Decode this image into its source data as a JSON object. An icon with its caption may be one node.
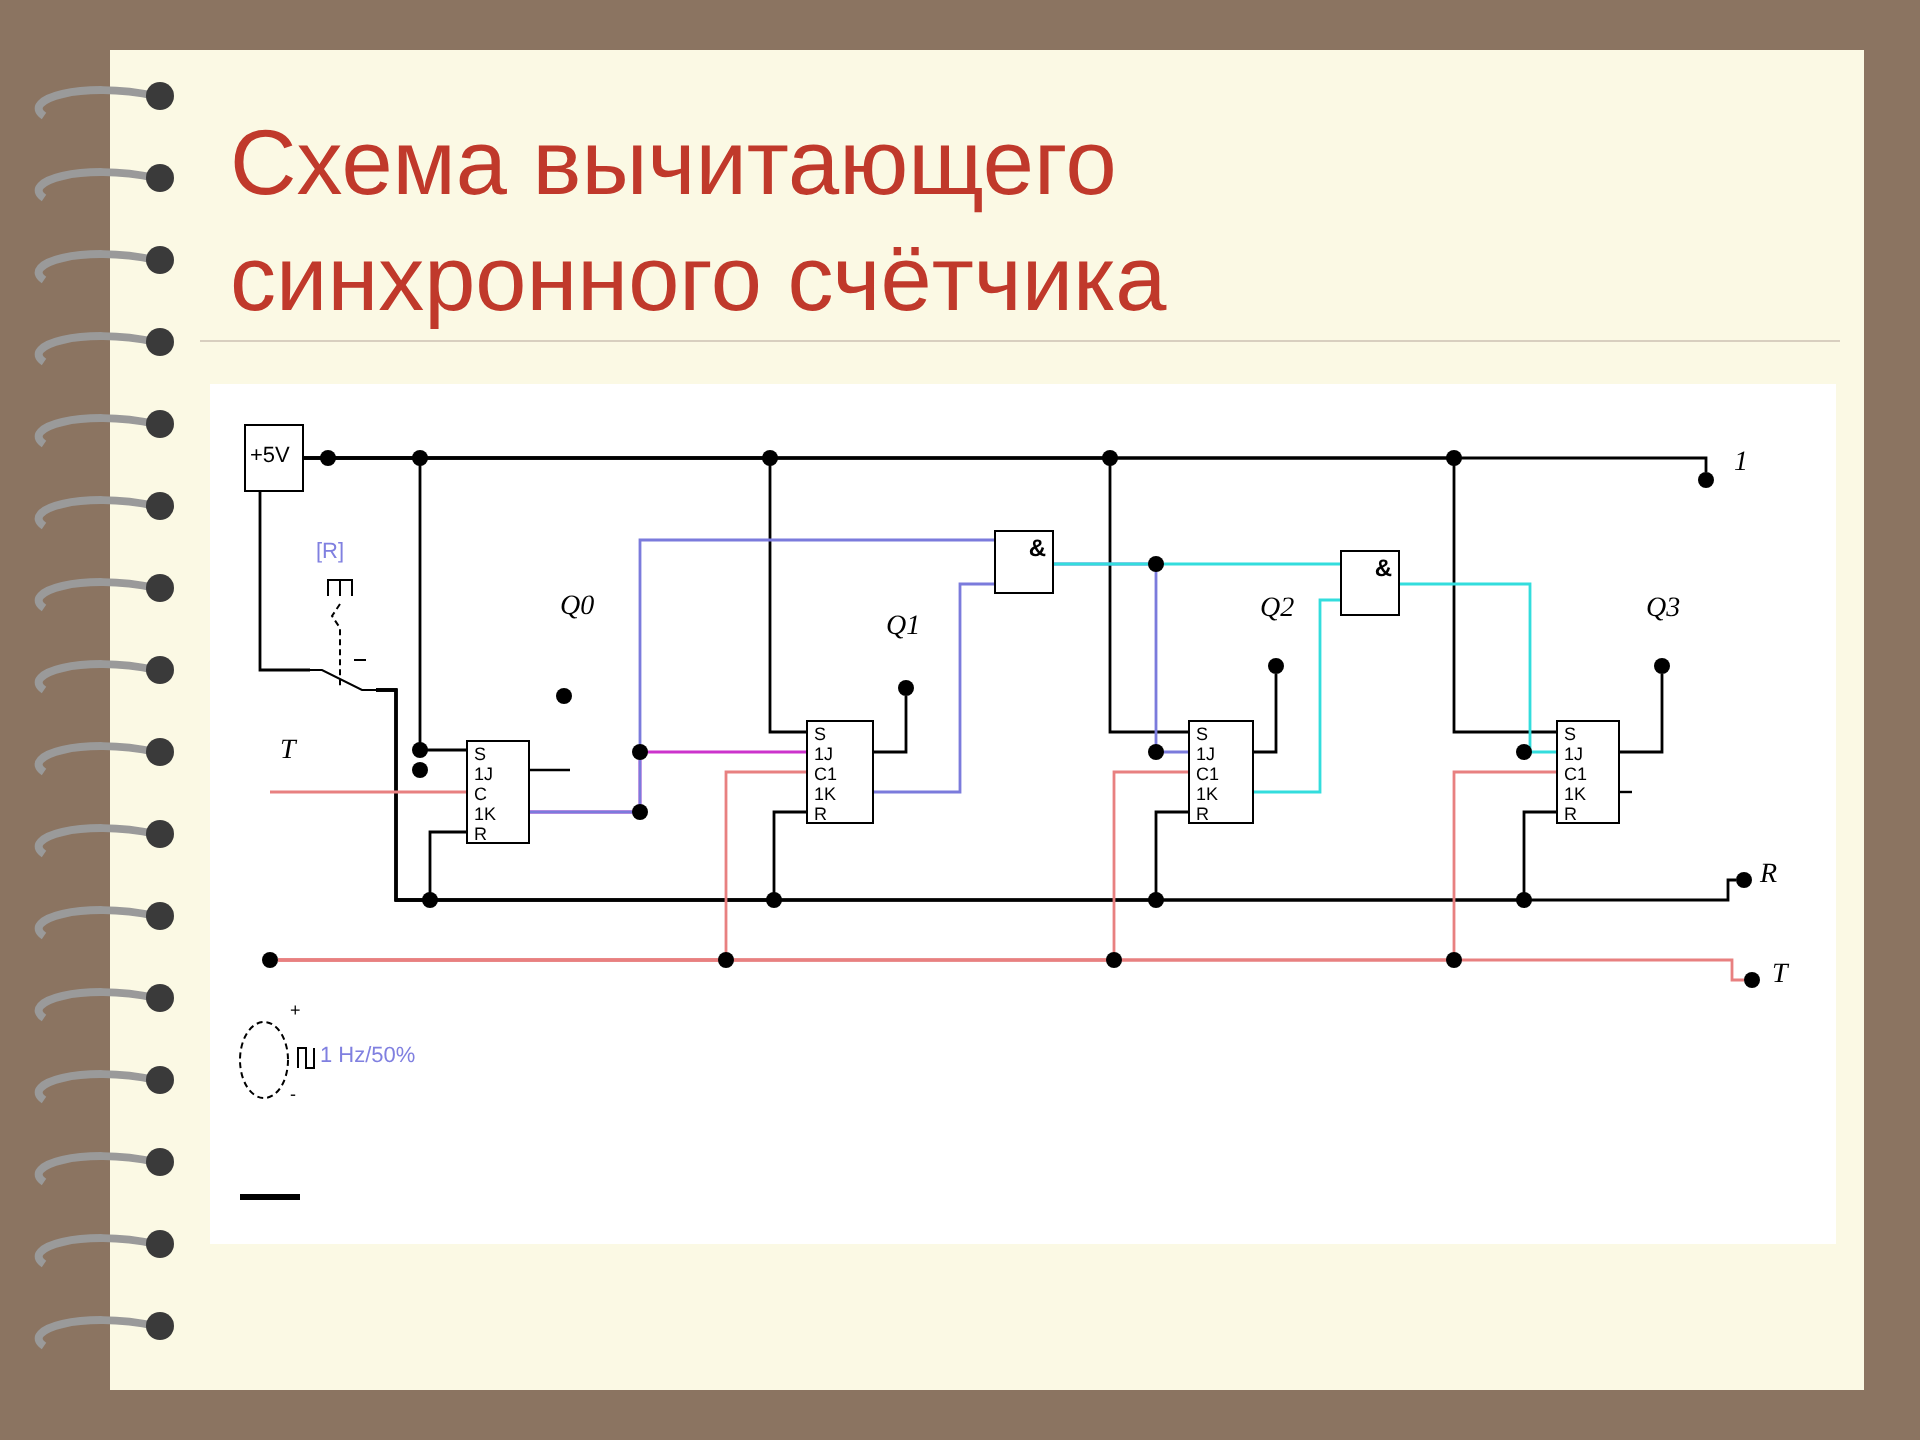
{
  "diagram": {
    "title": "Схема вычитающего синхронного счётчика",
    "nodes": [
      {
        "text": [
          "+5V"
        ]
      },
      {
        "text": [
          "S",
          "1J",
          "C",
          "1K",
          "R"
        ]
      },
      {
        "text": [
          "S",
          "1J",
          "C1",
          "1K",
          "R"
        ]
      },
      {
        "text": [
          "S",
          "1J",
          "C1",
          "1K",
          "R"
        ]
      },
      {
        "text": [
          "S",
          "1J",
          "C1",
          "1K",
          "R"
        ]
      },
      {
        "text": [
          "&"
        ]
      },
      {
        "text": [
          "&"
        ]
      },
      {
        "text": [
          "[R]"
        ]
      },
      {
        "text": [],
        "shape": "circle",
        "beside": [
          "Q0"
        ]
      },
      {
        "text": [],
        "shape": "circle",
        "beside": [
          "Q1"
        ]
      },
      {
        "text": [],
        "shape": "circle",
        "beside": [
          "Q2"
        ]
      },
      {
        "text": [],
        "shape": "circle",
        "beside": [
          "Q3"
        ]
      },
      {
        "text": [],
        "shape": "circle",
        "beside": [
          "1"
        ]
      },
      {
        "text": [],
        "shape": "circle",
        "beside": [
          "R"
        ]
      },
      {
        "text": [],
        "shape": "circle",
        "beside": [
          "T"
        ]
      },
      {
        "text": [],
        "shape": "circle"
      },
      {
        "text": [],
        "shape": "circle",
        "beside": [
          "+",
          "1 Hz/50%",
          "-"
        ]
      }
    ],
    "edges": [
      {
        "from": 0,
        "to": 1,
        "arrow": "none"
      },
      {
        "from": 0,
        "to": 2,
        "arrow": "none"
      },
      {
        "from": 0,
        "to": 3,
        "arrow": "none"
      },
      {
        "from": 0,
        "to": 4,
        "arrow": "none"
      },
      {
        "from": 0,
        "to": 12,
        "arrow": "none"
      },
      {
        "from": 0,
        "to": 7,
        "arrow": "none"
      },
      {
        "from": 7,
        "to": 1,
        "arrow": "none"
      },
      {
        "from": 7,
        "to": 2,
        "arrow": "none"
      },
      {
        "from": 7,
        "to": 3,
        "arrow": "none"
      },
      {
        "from": 7,
        "to": 4,
        "arrow": "none"
      },
      {
        "from": 7,
        "to": 13,
        "arrow": "none"
      },
      {
        "from": null,
        "to": 1,
        "arrow": "none",
        "color": "#e88080"
      },
      {
        "from": 15,
        "to": 2,
        "arrow": "none",
        "color": "#e88080"
      },
      {
        "from": 15,
        "to": 3,
        "arrow": "none",
        "color": "#e88080"
      },
      {
        "from": 15,
        "to": 4,
        "arrow": "none",
        "color": "#e88080"
      },
      {
        "from": 15,
        "to": 14,
        "arrow": "none",
        "color": "#e88080"
      },
      {
        "from": 1,
        "to": 2,
        "arrow": "none",
        "color": "#cc33cc"
      },
      {
        "from": 1,
        "to": 5,
        "arrow": "none",
        "color": "#7b7bdc"
      },
      {
        "from": 2,
        "to": 5,
        "arrow": "none",
        "color": "#7b7bdc"
      },
      {
        "from": 5,
        "to": 3,
        "arrow": "none",
        "color": "#7b7bdc"
      },
      {
        "from": 5,
        "to": 6,
        "arrow": "none",
        "color": "#33dddd"
      },
      {
        "from": 3,
        "to": 6,
        "arrow": "none",
        "color": "#33dddd"
      },
      {
        "from": 6,
        "to": 4,
        "arrow": "none",
        "color": "#33dddd"
      },
      {
        "from": 2,
        "to": 9,
        "arrow": "none"
      },
      {
        "from": 3,
        "to": 10,
        "arrow": "none"
      },
      {
        "from": 4,
        "to": 11,
        "arrow": "none"
      }
    ],
    "labels": [
      "T"
    ]
  }
}
